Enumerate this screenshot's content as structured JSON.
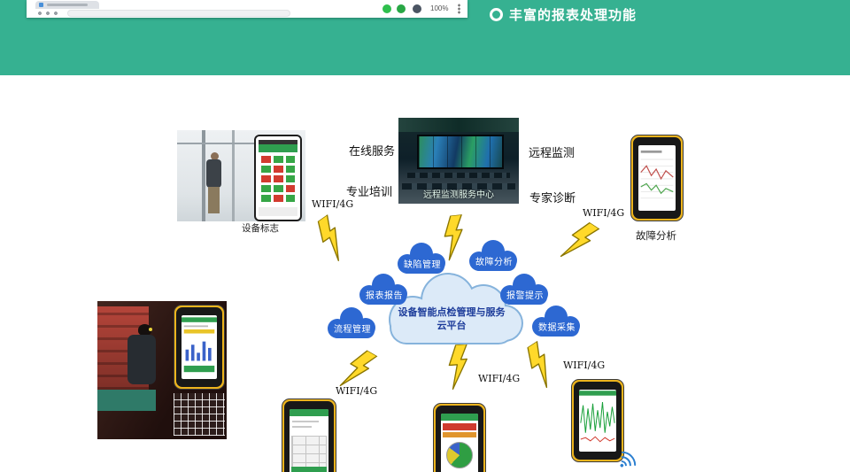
{
  "colors": {
    "banner_green": "#36b191",
    "satellite_cloud_blue": "#2d68d2",
    "center_cloud_fill": "#dceaf8",
    "center_cloud_outline": "#86b3dc",
    "bolt_yellow": "#ffd92a",
    "phone_accent_yellow": "#edb41d"
  },
  "icons": {
    "banner_bullet": "ring-icon",
    "bottom_right": "wifi-signal-icon",
    "connectors": "lightning-bolt-icon"
  },
  "banner": {
    "title": "丰富的报表处理功能",
    "browser": {
      "zoom": "100%"
    }
  },
  "diagram": {
    "corner_labels": {
      "online_service": "在线服务",
      "remote_monitoring": "远程监测",
      "training": "专业培训",
      "expert_diagnosis": "专家诊断"
    },
    "captions": {
      "control_room": "远程监测服务中心",
      "device_label": "设备标志",
      "fault_analysis": "故障分析"
    },
    "wifi_label": "WIFI/4G",
    "center_cloud": {
      "line1": "设备智能点检管理与服务",
      "line2": "云平台"
    },
    "satellite_clouds": [
      {
        "label": "缺陷管理"
      },
      {
        "label": "故障分析"
      },
      {
        "label": "报表报告"
      },
      {
        "label": "报警提示"
      },
      {
        "label": "流程管理"
      },
      {
        "label": "数据采集"
      }
    ]
  }
}
